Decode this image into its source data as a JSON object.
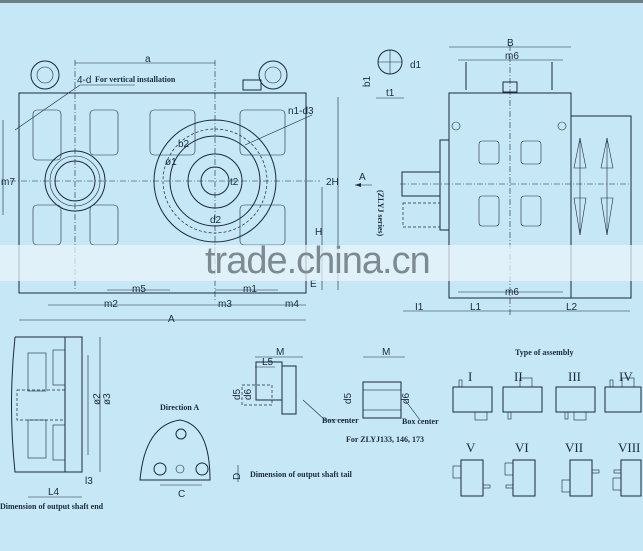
{
  "front_view": {
    "dim_a": "a",
    "note_holes": "4-d",
    "note_vertical": "For vertical installation",
    "bolt_circle": "n1-d3",
    "b2": "b2",
    "d1": "ø1",
    "t2": "t2",
    "d2": "d2",
    "h2": "2H",
    "h": "H",
    "e": "E",
    "m5": "m5",
    "m1": "m1",
    "m2": "m2",
    "m3": "m3",
    "m4": "m4",
    "A": "A",
    "left_dim": "m7"
  },
  "side_view": {
    "B": "B",
    "m6_top": "m6",
    "m6_bottom": "m6",
    "b1": "b1",
    "d1": "d1",
    "t1": "t1",
    "direction": "A",
    "series": "(ZLYJ series)",
    "I1": "I1",
    "L1": "L1",
    "L2": "L2"
  },
  "shaft_end": {
    "title": "Dimension of output shaft end",
    "d2": "ø2",
    "d3": "ø3",
    "L4": "L4",
    "l3": "l3"
  },
  "direction_a": {
    "title": "Direction A",
    "C": "C",
    "D": "D"
  },
  "shaft_tail": {
    "title": "Dimension of output shaft tail",
    "M1": "M",
    "L5": "L5",
    "d5a": "d5",
    "d6a": "d6",
    "box1": "Box center",
    "M2": "M",
    "d5b": "d5",
    "d6b": "d6",
    "box2": "Box center",
    "note": "For ZLYJ133, 146, 173"
  },
  "assembly": {
    "title": "Type of assembly",
    "types": [
      "I",
      "II",
      "III",
      "IV",
      "V",
      "VI",
      "VII",
      "VIII"
    ]
  },
  "watermark": "trade.china.cn"
}
